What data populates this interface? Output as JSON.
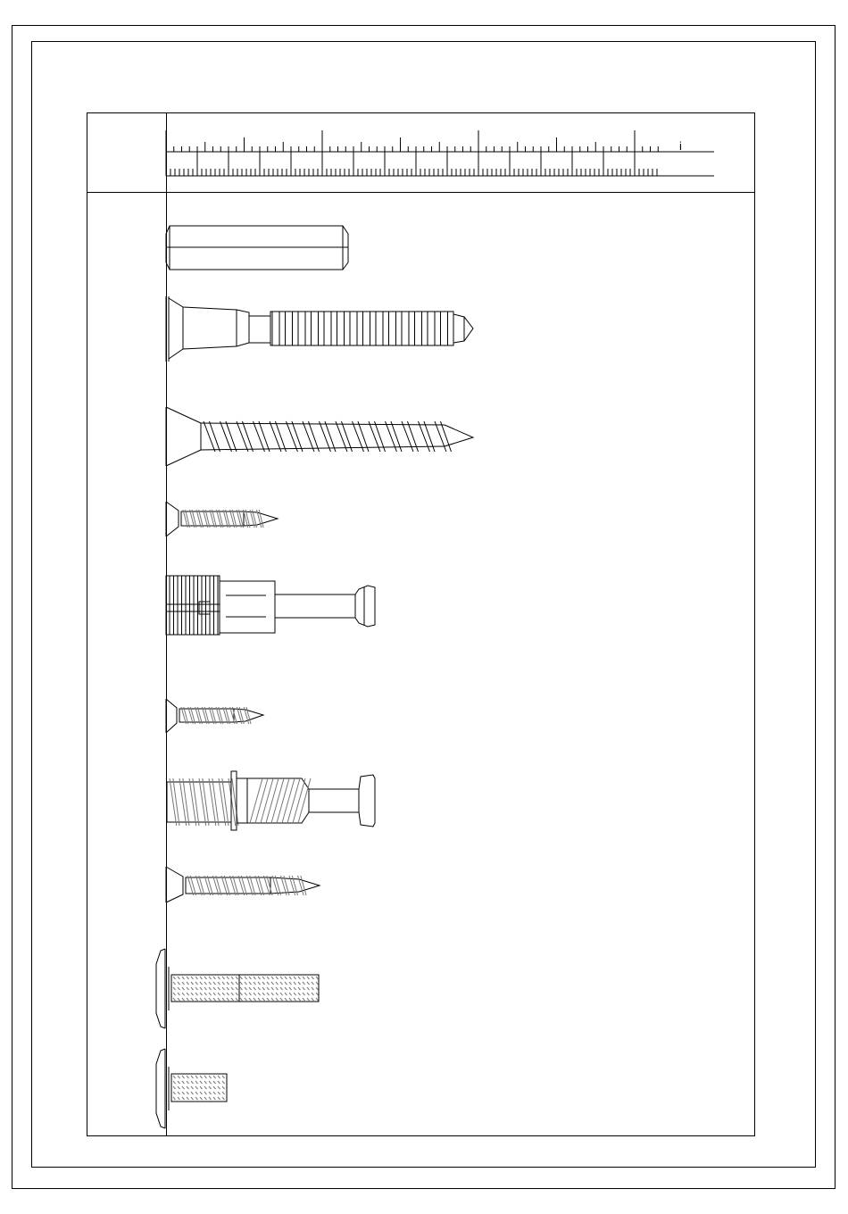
{
  "ruler": {
    "end_mark": "i"
  },
  "parts": [
    {
      "name": "wooden-dowel"
    },
    {
      "name": "cam-dowel-bolt"
    },
    {
      "name": "countersunk-wood-screw-long"
    },
    {
      "name": "countersunk-wood-screw-small"
    },
    {
      "name": "cam-connector-bolt"
    },
    {
      "name": "countersunk-wood-screw-short"
    },
    {
      "name": "threaded-insert-bolt"
    },
    {
      "name": "countersunk-wood-screw-medium"
    },
    {
      "name": "machine-bolt-long"
    },
    {
      "name": "machine-bolt-short"
    }
  ],
  "colors": {
    "line": "#000000",
    "thread": "#777777",
    "paper": "#ffffff"
  }
}
